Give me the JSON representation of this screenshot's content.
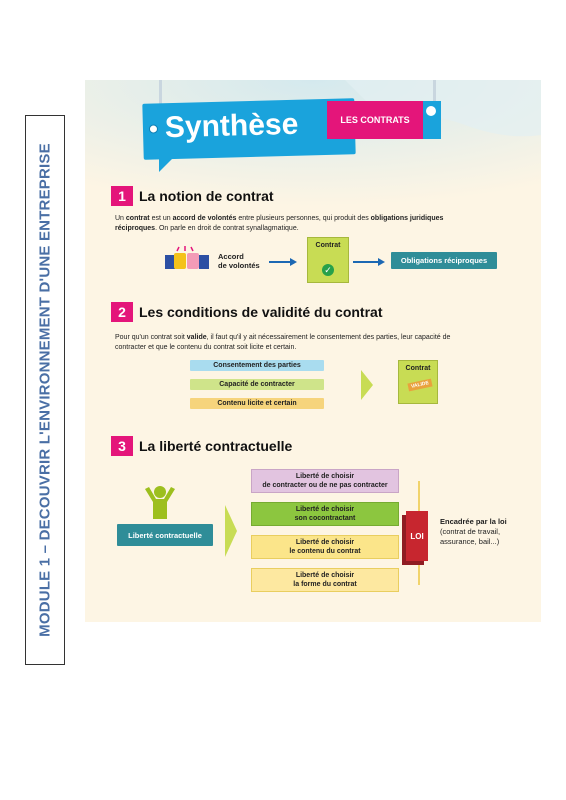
{
  "sidebar": {
    "module_label": "MODULE 1 – DECOUVRIR L'ENVIRONNEMENT D'UNE ENTREPRISE"
  },
  "header": {
    "title": "Synthèse",
    "tag": "LES CONTRATS"
  },
  "section1": {
    "number": "1",
    "title": "La notion de contrat",
    "p_parts": [
      "Un ",
      "contrat",
      " est un ",
      "accord de volontés",
      " entre plusieurs personnes, qui produit des ",
      "obligations juridiques réciproques",
      ". On parle en droit de contrat synallagmatique."
    ],
    "accord_label_1": "Accord",
    "accord_label_2": "de volontés",
    "contrat_label": "Contrat",
    "result_label": "Obligations réciproques"
  },
  "section2": {
    "number": "2",
    "title": "Les conditions de validité du contrat",
    "p_parts": [
      "Pour qu'un contrat soit ",
      "valide",
      ", il faut qu'il y ait nécessairement le consentement des parties, leur capacité de contracter et que le contenu du contrat soit licite et certain."
    ],
    "conditions": [
      "Consentement des parties",
      "Capacité de contracter",
      "Contenu licite et certain"
    ],
    "contrat_label": "Contrat",
    "stamp": "VALIDE"
  },
  "section3": {
    "number": "3",
    "title": "La liberté contractuelle",
    "main_label": "Liberté contractuelle",
    "choices": [
      {
        "line1": "Liberté de choisir",
        "line2": "de contracter ou de ne pas contracter"
      },
      {
        "line1": "Liberté de choisir",
        "line2": "son cocontractant"
      },
      {
        "line1": "Liberté de choisir",
        "line2": "le contenu du contrat"
      },
      {
        "line1": "Liberté de choisir",
        "line2": "la forme du contrat"
      }
    ],
    "loi": "LOI",
    "encadree_title": "Encadrée par la loi",
    "encadree_detail_1": "(contrat de travail,",
    "encadree_detail_2": "assurance, bail...)"
  },
  "colors": {
    "banner_blue": "#1aa3dc",
    "magenta": "#e4157a",
    "teal": "#2f8d98",
    "lime": "#c8dc54",
    "loi_red": "#c7262f",
    "sidebar_text": "#4a6fa5"
  }
}
